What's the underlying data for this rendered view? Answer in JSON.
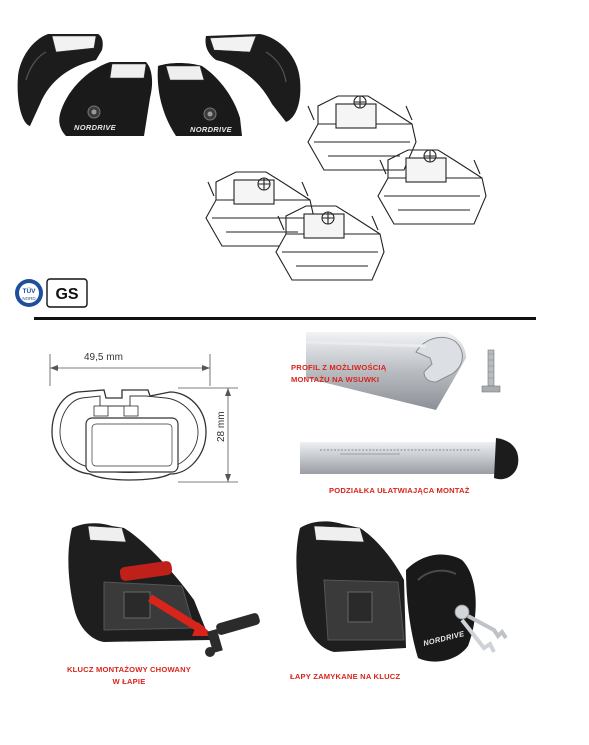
{
  "brand": {
    "name": "NORDRIVE"
  },
  "badges": {
    "tuv_top": "TÜV",
    "tuv_bottom": "NORD",
    "gs": "GS"
  },
  "profile": {
    "width": "49,5 mm",
    "height": "28 mm"
  },
  "captions": {
    "profile_slot": [
      "PROFIL Z MOŻLIWOŚCIĄ",
      "MONTAŻU NA WSUWKI"
    ],
    "scale": "PODZIAŁKA UŁATWIAJĄCA MONTAŻ",
    "key_stowed": [
      "KLUCZ MONTAŻOWY CHOWANY",
      "W ŁAPIE"
    ],
    "locked_feet": "ŁAPY ZAMYKANE NA KLUCZ"
  },
  "colors": {
    "caption": "#d9241b",
    "plastic": "#1c1c1c",
    "aluminium": "#c8ccd0",
    "tool_red": "#c0201a"
  }
}
